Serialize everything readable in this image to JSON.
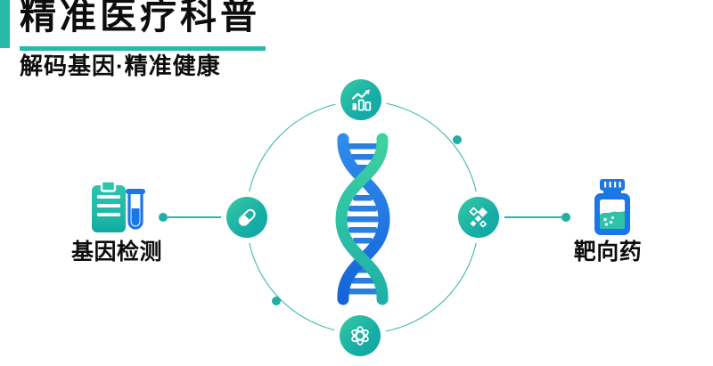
{
  "header": {
    "title": "精准医疗科普",
    "subtitle": "解码基因·精准健康"
  },
  "diagram": {
    "hub_icon": "dna-double-helix",
    "orbit_nodes": [
      {
        "position": "top",
        "icon": "growth-chart"
      },
      {
        "position": "left",
        "icon": "capsule"
      },
      {
        "position": "right",
        "icon": "molecule-diamonds"
      },
      {
        "position": "bottom",
        "icon": "atom"
      }
    ],
    "side_items": [
      {
        "side": "left",
        "label": "基因检测",
        "icon": "report-and-test-tube"
      },
      {
        "side": "right",
        "label": "靶向药",
        "icon": "medicine-bottle"
      }
    ]
  },
  "colors": {
    "teal": "#1fb2a5",
    "teal_light": "#3bcda2",
    "teal_dark": "#0fa5a4",
    "blue": "#1b76e8",
    "ink": "#0d0d0d"
  }
}
